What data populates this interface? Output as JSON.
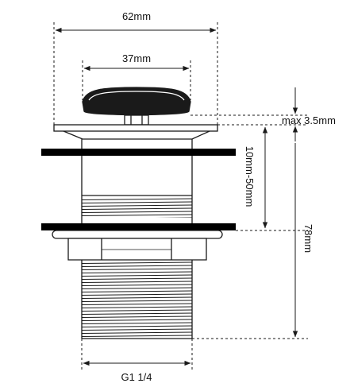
{
  "labels": {
    "width_top": "62mm",
    "cap_width": "37mm",
    "cap_height": "max 3.5mm",
    "adjust_range": "10mm-50mm",
    "total_height": "78mm",
    "thread": "G1 1/4"
  },
  "colors": {
    "line": "#1a1a1a",
    "plate": "#000000",
    "background": "#ffffff"
  }
}
